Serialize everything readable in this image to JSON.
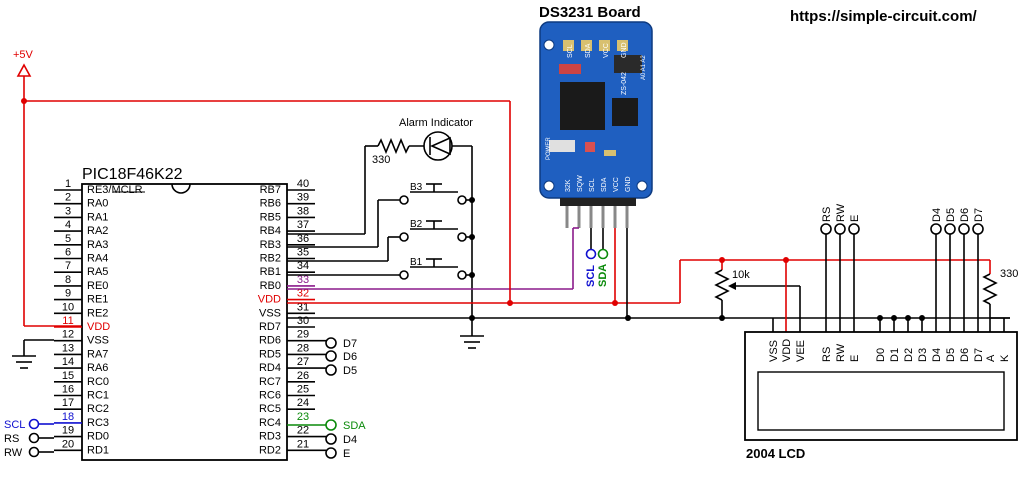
{
  "header": {
    "website": "https://simple-circuit.com/",
    "rtc_board_title": "DS3231 Board"
  },
  "power": {
    "supply_label": "+5V"
  },
  "mcu": {
    "part": "PIC18F46K22",
    "left_pins": [
      {
        "num": "1",
        "name": "RE3/MCLR"
      },
      {
        "num": "2",
        "name": "RA0"
      },
      {
        "num": "3",
        "name": "RA1"
      },
      {
        "num": "4",
        "name": "RA2"
      },
      {
        "num": "5",
        "name": "RA3"
      },
      {
        "num": "6",
        "name": "RA4"
      },
      {
        "num": "7",
        "name": "RA5"
      },
      {
        "num": "8",
        "name": "RE0"
      },
      {
        "num": "9",
        "name": "RE1"
      },
      {
        "num": "10",
        "name": "RE2"
      },
      {
        "num": "11",
        "name": "VDD"
      },
      {
        "num": "12",
        "name": "VSS"
      },
      {
        "num": "13",
        "name": "RA7"
      },
      {
        "num": "14",
        "name": "RA6"
      },
      {
        "num": "15",
        "name": "RC0"
      },
      {
        "num": "16",
        "name": "RC1"
      },
      {
        "num": "17",
        "name": "RC2"
      },
      {
        "num": "18",
        "name": "RC3"
      },
      {
        "num": "19",
        "name": "RD0"
      },
      {
        "num": "20",
        "name": "RD1"
      }
    ],
    "right_pins": [
      {
        "num": "40",
        "name": "RB7"
      },
      {
        "num": "39",
        "name": "RB6"
      },
      {
        "num": "38",
        "name": "RB5"
      },
      {
        "num": "37",
        "name": "RB4"
      },
      {
        "num": "36",
        "name": "RB3"
      },
      {
        "num": "35",
        "name": "RB2"
      },
      {
        "num": "34",
        "name": "RB1"
      },
      {
        "num": "33",
        "name": "RB0"
      },
      {
        "num": "32",
        "name": "VDD"
      },
      {
        "num": "31",
        "name": "VSS"
      },
      {
        "num": "30",
        "name": "RD7"
      },
      {
        "num": "29",
        "name": "RD6"
      },
      {
        "num": "28",
        "name": "RD5"
      },
      {
        "num": "27",
        "name": "RD4"
      },
      {
        "num": "26",
        "name": "RC7"
      },
      {
        "num": "25",
        "name": "RC6"
      },
      {
        "num": "24",
        "name": "RC5"
      },
      {
        "num": "23",
        "name": "RC4"
      },
      {
        "num": "22",
        "name": "RD3"
      },
      {
        "num": "21",
        "name": "RD2"
      }
    ],
    "left_net_labels": {
      "scl": "SCL",
      "rs": "RS",
      "rw": "RW"
    },
    "right_net_labels": {
      "d7": "D7",
      "d6": "D6",
      "d5": "D5",
      "sda": "SDA",
      "d4": "D4",
      "e": "E"
    }
  },
  "alarm": {
    "label": "Alarm Indicator",
    "resistor": "330"
  },
  "buttons": [
    "B3",
    "B2",
    "B1"
  ],
  "rtc": {
    "silk_top": [
      "SCL",
      "SDA",
      "VCC",
      "GND"
    ],
    "silk_bottom": [
      "32K",
      "SQW",
      "SCL",
      "SDA",
      "VCC",
      "GND"
    ],
    "silk_side": [
      "A0 A1 A2"
    ],
    "model": "ZS-042",
    "power_silk": "POWER",
    "net_scl": "SCL",
    "net_sda": "SDA"
  },
  "lcd": {
    "title": "2004 LCD",
    "pins": [
      "VSS",
      "VDD",
      "VEE",
      "RS",
      "RW",
      "E",
      "D0",
      "D1",
      "D2",
      "D3",
      "D4",
      "D5",
      "D6",
      "D7",
      "A",
      "K"
    ],
    "top_control_labels": [
      "RS",
      "RW",
      "E"
    ],
    "top_data_labels": [
      "D4",
      "D5",
      "D6",
      "D7"
    ],
    "pot_value": "10k",
    "backlight_resistor": "330"
  },
  "colors": {
    "power": "#e00000",
    "rb0_line": "#8b1a8b",
    "scl": "#1010d0",
    "sda": "#0a8a0a",
    "board_blue": "#1f5fc0"
  }
}
